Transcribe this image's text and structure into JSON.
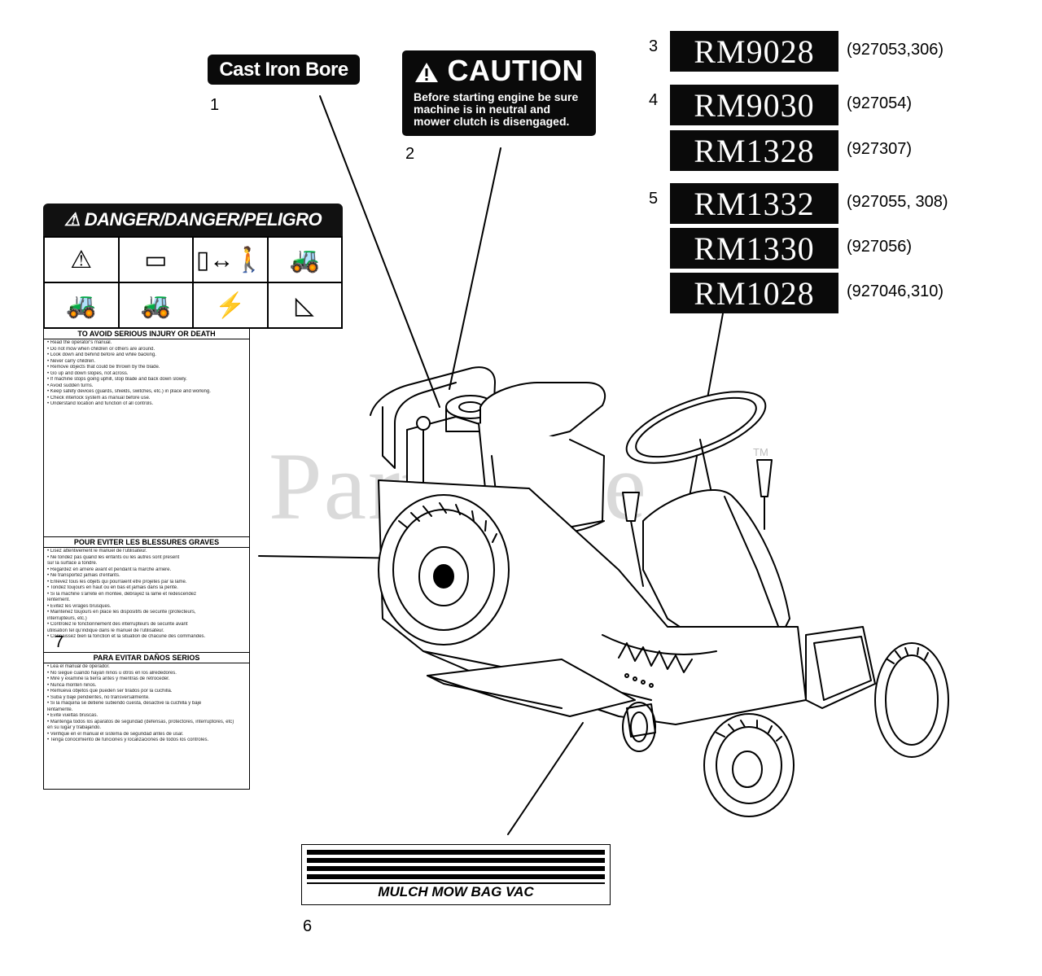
{
  "decals": {
    "cast_iron": {
      "callout": "1",
      "text": "Cast Iron Bore"
    },
    "caution": {
      "callout": "2",
      "heading": "CAUTION",
      "body": "Before starting engine be sure machine is in neutral and mower clutch is disengaged."
    },
    "models": [
      {
        "callout": "3",
        "label": "RM9028",
        "part": "(927053,306)"
      },
      {
        "callout": "4",
        "label": "RM9030",
        "part": "(927054)"
      },
      {
        "callout": "",
        "label": "RM1328",
        "part": "(927307)"
      },
      {
        "callout": "5",
        "label": "RM1332",
        "part": "(927055, 308)"
      },
      {
        "callout": "",
        "label": "RM1330",
        "part": "(927056)"
      },
      {
        "callout": "",
        "label": "RM1028",
        "part": "(927046,310)"
      }
    ],
    "danger": {
      "callout": "7",
      "title": "⚠ DANGER/DANGER/PELIGRO",
      "sections": [
        {
          "heading": "TO AVOID SERIOUS INJURY OR DEATH",
          "lines": [
            "• Read the operator's manual.",
            "• Do not mow when children or others are around.",
            "• Look down and behind before and while backing.",
            "• Never carry children.",
            "• Remove objects that could be thrown by the blade.",
            "• Go up and down slopes, not across.",
            "• If machine stops going uphill, stop blade and back down slowly.",
            "• Avoid sudden turns.",
            "• Keep safety devices (guards, shields, switches, etc.) in place and working.",
            "• Check interlock system as manual before use.",
            "• Understand location and function of all controls."
          ]
        },
        {
          "heading": "POUR EVITER LES BLESSURES GRAVES",
          "lines": [
            "• Lisez attentivement le manuel de l'utilisateur.",
            "• Ne tondez pas quand les enfants ou les autres sont present",
            "  sur la surface a tondre.",
            "• Regardez en arriere avant et pendant la marche arriere.",
            "• Ne transportez jamais d'enfants.",
            "• Enlevez tous les objets qui pourraient etre projetes par la lame.",
            "• Tondez toujours en haut ou en bas et jamais dans la pente.",
            "• Si la machine s'arrete en montee, debrayez la lame et redescendez",
            "  lentement.",
            "• Evitez les virages brusques.",
            "• Maintenez toujours en place les dispositifs de securite (protecteurs,",
            "  interrupteurs, etc.)",
            "• Controlez le fonctionnement des interrupteurs de securite avant",
            "  utilisation tel qu'indique dans le manuel de l'utilisateur.",
            "• Connaissez bien la fonction et la situation de chacune des commandes."
          ]
        },
        {
          "heading": "PARA EVITAR DAÑOS SERIOS",
          "lines": [
            "• Lea el manual de operador.",
            "• No siegue cuando hayan niños u otros en los alrededores.",
            "• Mire y examine la tierra antes y mientras de retroceder.",
            "• Nunca monten niños.",
            "• Remueva objetos que pueden ser tirados por la cuchilla.",
            "• Suba y baje pendientes, no transversalmente.",
            "• Si la maquina se detiene subiendo cuesta, desactive la cuchilla y baje",
            "  lentamente.",
            "• Evite vueltas bruscas.",
            "• Mantenga todos los aparatos de seguridad (defensas, protectores, interruptores, etc)",
            "  en su lugar y trabajando.",
            "• Verifique en el manual el sistema de seguridad antes de usar.",
            "• Tenga conocimiento de funciones y localizaciones de todos los controles."
          ]
        }
      ]
    },
    "mulch": {
      "callout": "6",
      "text": "MULCH MOW BAG VAC"
    }
  },
  "watermark": {
    "text": "PartsTree",
    "tm": "TM"
  }
}
